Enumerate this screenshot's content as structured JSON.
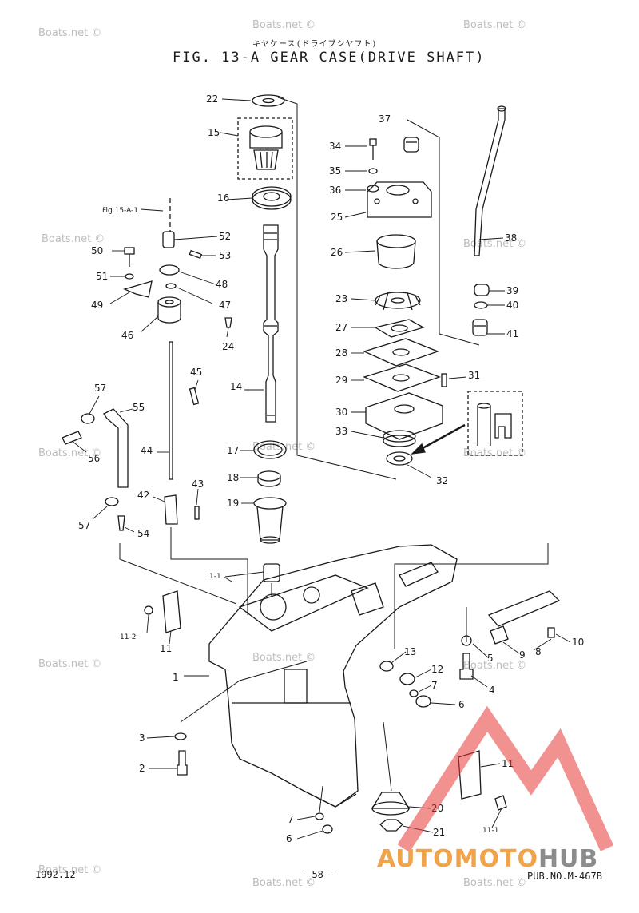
{
  "header": {
    "subtitle": "キヤケース(ドライブシヤフト)",
    "title": "FIG. 13-A GEAR CASE(DRIVE SHAFT)"
  },
  "footer": {
    "date": "1992.12",
    "page": "- 58 -",
    "pub": "PUB.NO.M-467B"
  },
  "watermark": "Boats.net ©",
  "logo": {
    "part1": "AUTOMOTO",
    "part2": "HUB",
    "color1": "#f0a34a",
    "color2": "#8c8c8c",
    "triangle_color": "#e53935"
  },
  "ref_label": "Fig.15-A-1",
  "parts": [
    "1",
    "1-1",
    "2",
    "3",
    "4",
    "5",
    "6",
    "6",
    "7",
    "7",
    "8",
    "9",
    "10",
    "11",
    "11",
    "11-1",
    "11-2",
    "12",
    "13",
    "14",
    "15",
    "16",
    "17",
    "18",
    "19",
    "20",
    "21",
    "22",
    "23",
    "24",
    "25",
    "26",
    "27",
    "28",
    "29",
    "30",
    "31",
    "32",
    "33",
    "34",
    "35",
    "36",
    "37",
    "38",
    "39",
    "40",
    "41",
    "42",
    "43",
    "44",
    "45",
    "46",
    "47",
    "48",
    "49",
    "50",
    "51",
    "52",
    "53",
    "54",
    "55",
    "56",
    "57",
    "57"
  ]
}
